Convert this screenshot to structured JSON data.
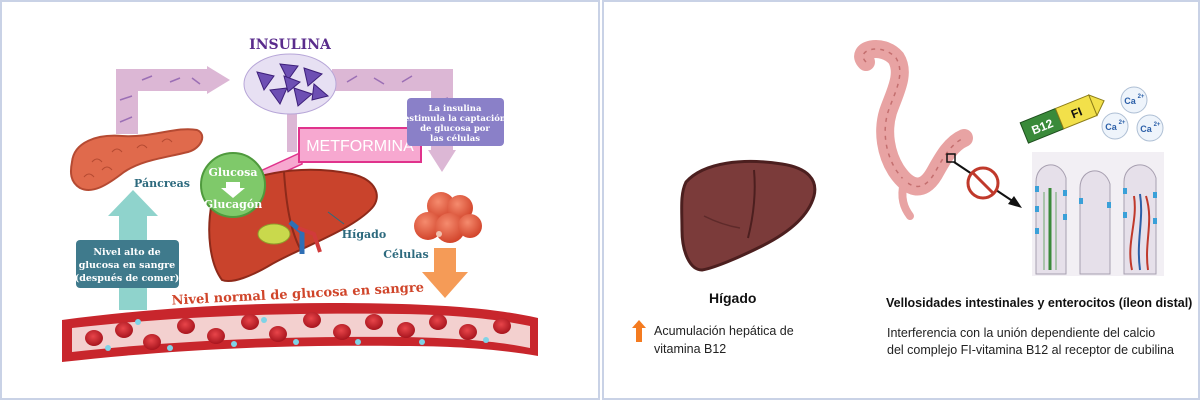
{
  "left": {
    "insulina_title": "INSULINA",
    "metformina_label": "METFORMINA",
    "insulin_note_lines": [
      "La insulina",
      "estimula la captación",
      "de glucosa por",
      "las células"
    ],
    "glucosa_label": "Glucosa",
    "glucagon_label": "Glucagón",
    "pancreas_label": "Páncreas",
    "higado_label": "Hígado",
    "celulas_label": "Células",
    "high_glucose_lines": [
      "Nivel alto de",
      "glucosa en sangre",
      "(después de comer)"
    ],
    "normal_glucose_label": "Nivel normal de glucosa en sangre"
  },
  "right": {
    "higado_title": "Hígado",
    "left_note_lines": [
      "Acumulación hepática de",
      "vitamina B12"
    ],
    "vellosidades_title": "Vellosidades intestinales y enterocitos (íleon distal)",
    "right_note_lines": [
      "Interferencia con la unión dependiente del calcio",
      "del complejo FI-vitamina B12 al receptor de cubilina"
    ],
    "b12_label": "B12",
    "fi_label": "FI",
    "ca_label": "Ca",
    "ca_charge": "2+"
  },
  "colors": {
    "loop_arrow": "#dcb7d5",
    "insulin_purple": "#5a2c8c",
    "metformina_bg": "#f7a8d0",
    "metformina_border": "#e0338c",
    "note_box": "#8a80c8",
    "glucose_box": "#3f7a8c",
    "up_arrow": "#8fd3cc",
    "down_arrow": "#f59b57",
    "blood": "#c8262c",
    "liver": "#c9432c",
    "liver_right": "#7b3b3a",
    "orange_arrow": "#f47b20",
    "label_teal": "#2d6a7e"
  }
}
